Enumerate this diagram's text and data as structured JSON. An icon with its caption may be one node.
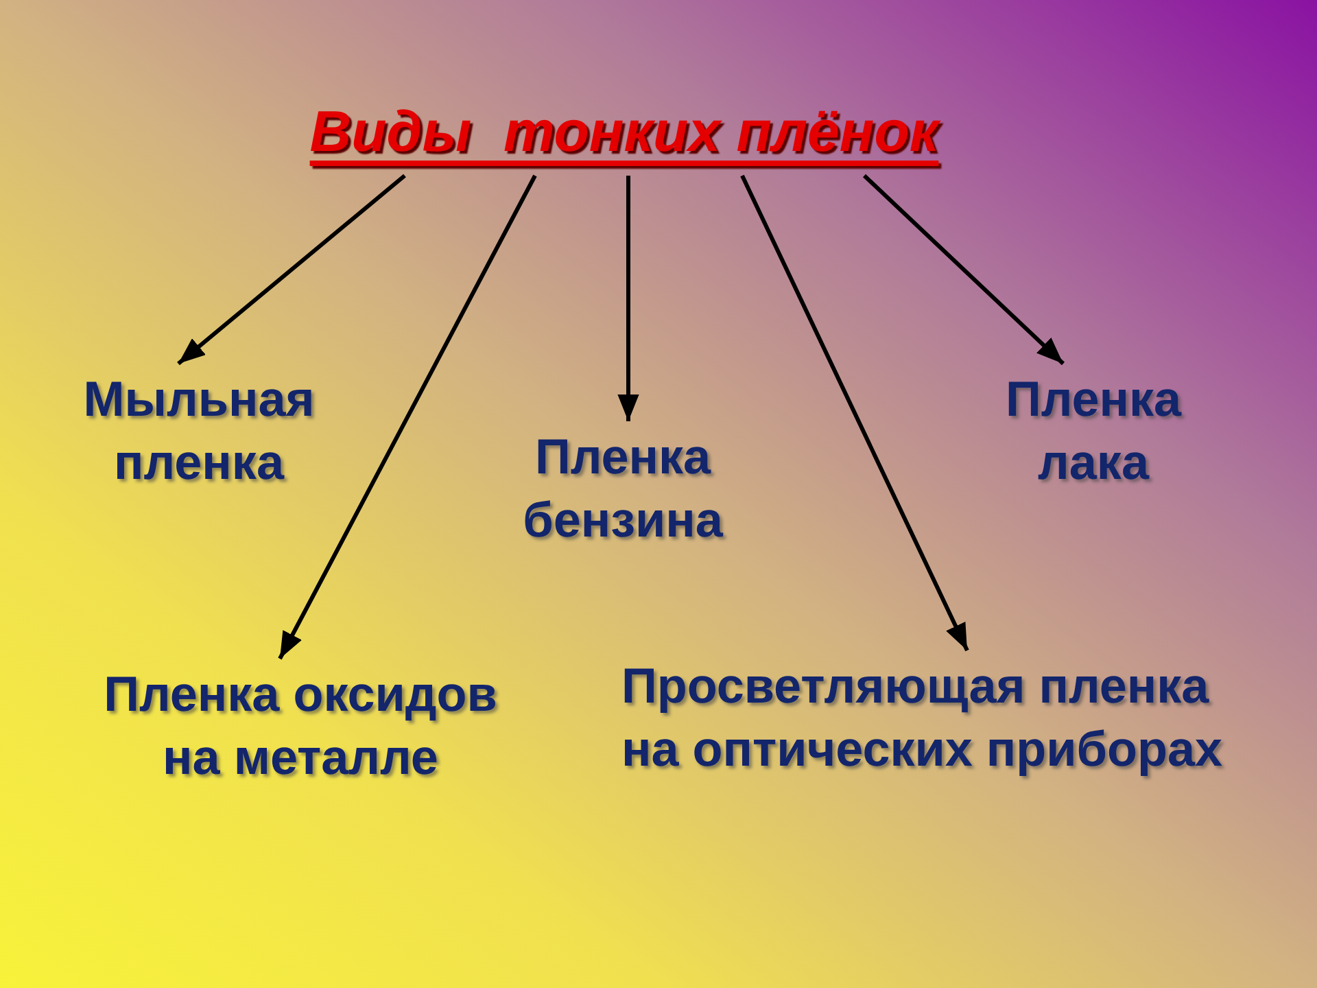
{
  "diagram": {
    "nodes": [
      {
        "text": [
          "Виды  тонких плёнок"
        ]
      },
      {
        "text": [
          "Мыльная пленка"
        ]
      },
      {
        "text": [
          "Пленка оксидов на металле"
        ]
      },
      {
        "text": [
          "Пленка бензина"
        ]
      },
      {
        "text": [
          "Просветляющая пленка на оптических приборах"
        ]
      },
      {
        "text": [
          "Пленка лака"
        ]
      }
    ],
    "edges": [
      {
        "from": 0,
        "to": 1,
        "arrow": "to"
      },
      {
        "from": 0,
        "to": 2,
        "arrow": "to"
      },
      {
        "from": 0,
        "to": 3,
        "arrow": "to"
      },
      {
        "from": 0,
        "to": 4,
        "arrow": "to"
      },
      {
        "from": 0,
        "to": 5,
        "arrow": "to"
      }
    ]
  }
}
